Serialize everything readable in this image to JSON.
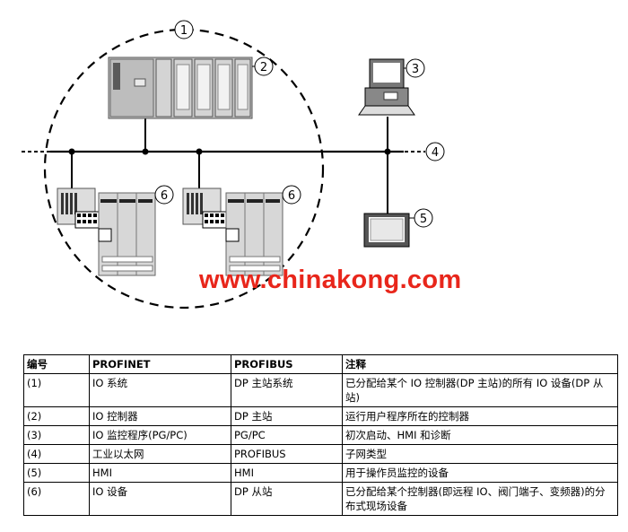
{
  "diagram": {
    "callouts": [
      "1",
      "2",
      "3",
      "4",
      "5",
      "6",
      "6"
    ],
    "watermark": "www.chinakong.com"
  },
  "table": {
    "headers": [
      "编号",
      "PROFINET",
      "PROFIBUS",
      "注释"
    ],
    "rows": [
      [
        "(1)",
        "IO 系统",
        "DP 主站系统",
        "已分配给某个 IO 控制器(DP 主站)的所有 IO 设备(DP 从站)"
      ],
      [
        "(2)",
        "IO 控制器",
        "DP 主站",
        "运行用户程序所在的控制器"
      ],
      [
        "(3)",
        "IO 监控程序(PG/PC)",
        "PG/PC",
        "初次启动、HMI 和诊断"
      ],
      [
        "(4)",
        "工业以太网",
        "PROFIBUS",
        "子网类型"
      ],
      [
        "(5)",
        "HMI",
        "HMI",
        "用于操作员监控的设备"
      ],
      [
        "(6)",
        "IO 设备",
        "DP 从站",
        "已分配给某个控制器(即远程 IO、阀门端子、变频器)的分布式现场设备"
      ]
    ]
  }
}
